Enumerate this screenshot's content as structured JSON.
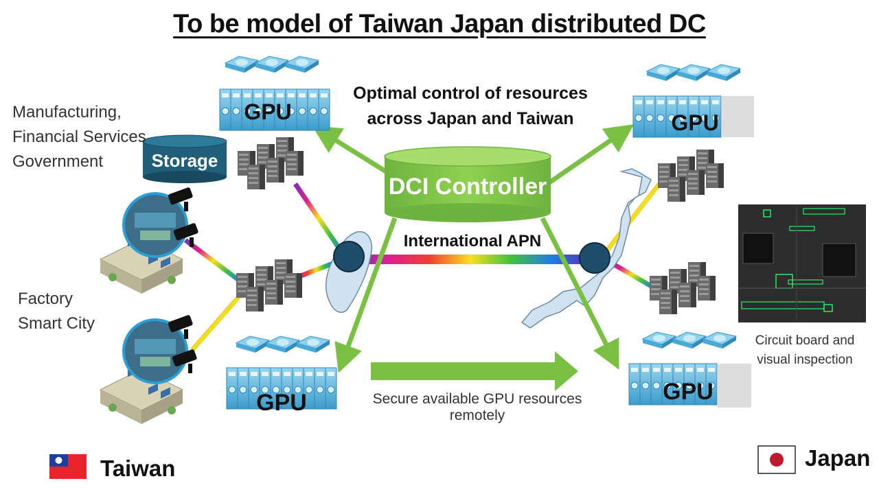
{
  "title": "To be model of Taiwan Japan distributed DC",
  "subtitle_line1": "Optimal control of resources",
  "subtitle_line2": "across Japan and Taiwan",
  "controller_label": "DCI Controller",
  "apn_label": "International APN",
  "remote_label": "Secure available GPU resources remotely",
  "storage_label": "Storage",
  "gpu_label": "GPU",
  "taiwan": {
    "industries_line1": "Manufacturing,",
    "industries_line2": "Financial Services",
    "industries_line3": "Government",
    "factory_line1": "Factory",
    "factory_line2": "Smart City",
    "country_label": "Taiwan"
  },
  "japan": {
    "circuit_line1": "Circuit board and",
    "circuit_line2": "visual inspection",
    "country_label": "Japan"
  },
  "colors": {
    "green": "#7ac143",
    "storage": "#1f5f7a",
    "node": "#1f4e6b",
    "gpu_blue": "#5ab4dc"
  }
}
